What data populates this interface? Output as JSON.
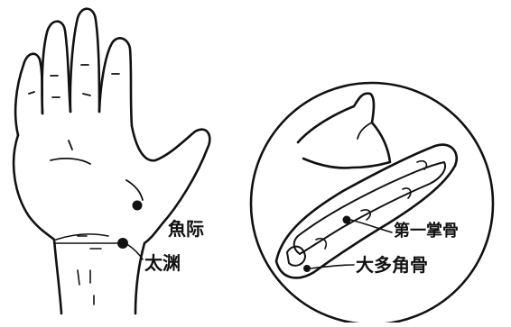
{
  "diagram": {
    "labels": {
      "yuji": "魚际",
      "taiyuan": "太渊",
      "first_metacarpal": "第一掌骨",
      "trapezium": "大多角骨"
    }
  },
  "colors": {
    "ink": "#111111",
    "background": "#ffffff"
  }
}
